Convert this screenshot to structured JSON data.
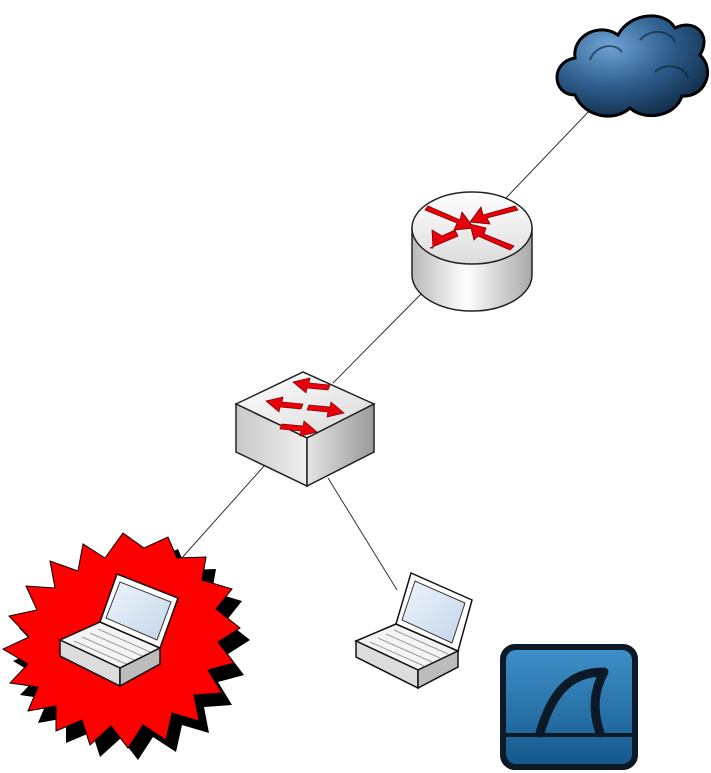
{
  "diagram": {
    "nodes": [
      {
        "id": "internet",
        "icon": "cloud-icon"
      },
      {
        "id": "router",
        "icon": "router-icon"
      },
      {
        "id": "switch",
        "icon": "switch-icon"
      },
      {
        "id": "attacker-laptop",
        "icon": "laptop-icon",
        "highlight": "red-explosion-burst"
      },
      {
        "id": "laptop",
        "icon": "laptop-icon"
      },
      {
        "id": "packet-capture-app",
        "icon": "wireshark-fin-icon"
      }
    ],
    "links": [
      {
        "from": "internet",
        "to": "router"
      },
      {
        "from": "router",
        "to": "switch"
      },
      {
        "from": "switch",
        "to": "attacker-laptop"
      },
      {
        "from": "switch",
        "to": "laptop"
      }
    ],
    "colors": {
      "cloud": "#2f5f8f",
      "arrows": "#e8000b",
      "burst": "#ff0000",
      "wireshark_bg": "#1f6fa8"
    }
  }
}
